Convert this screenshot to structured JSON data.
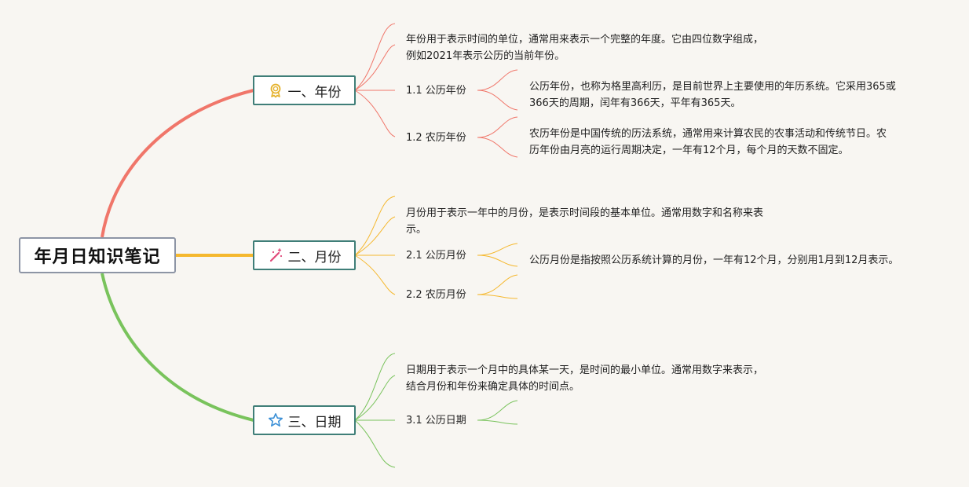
{
  "root": {
    "title": "年月日知识笔记"
  },
  "branches": [
    {
      "label": "一、年份",
      "icon": "medal-icon",
      "color": "#f0766a",
      "desc": [
        "年份用于表示时间的单位，通常用来表示一个完整的年度。它由四位数字组成，",
        "例如2021年表示公历的当前年份。"
      ],
      "subs": [
        {
          "label": "1.1 公历年份",
          "desc": [
            "公历年份，也称为格里高利历，是目前世界上主要使用的年历系统。它采用365或",
            "366天的周期，闰年有366天，平年有365天。"
          ]
        },
        {
          "label": "1.2 农历年份",
          "desc": [
            "农历年份是中国传统的历法系统，通常用来计算农民的农事活动和传统节日。农",
            "历年份由月亮的运行周期决定，一年有12个月，每个月的天数不固定。"
          ]
        }
      ]
    },
    {
      "label": "二、月份",
      "icon": "magic-wand-icon",
      "color": "#f5b82e",
      "desc": [
        "月份用于表示一年中的月份，是表示时间段的基本单位。通常用数字和名称来表",
        "示。"
      ],
      "subs": [
        {
          "label": "2.1 公历月份",
          "desc": [
            "公历月份是指按照公历系统计算的月份，一年有12个月，分别用1月到12月表示。"
          ]
        },
        {
          "label": "2.2 农历月份",
          "desc": []
        }
      ]
    },
    {
      "label": "三、日期",
      "icon": "star-icon",
      "color": "#79c35c",
      "desc": [
        "日期用于表示一个月中的具体某一天，是时间的最小单位。通常用数字来表示，",
        "结合月份和年份来确定具体的时间点。"
      ],
      "subs": [
        {
          "label": "3.1 公历日期",
          "desc": []
        }
      ]
    }
  ]
}
